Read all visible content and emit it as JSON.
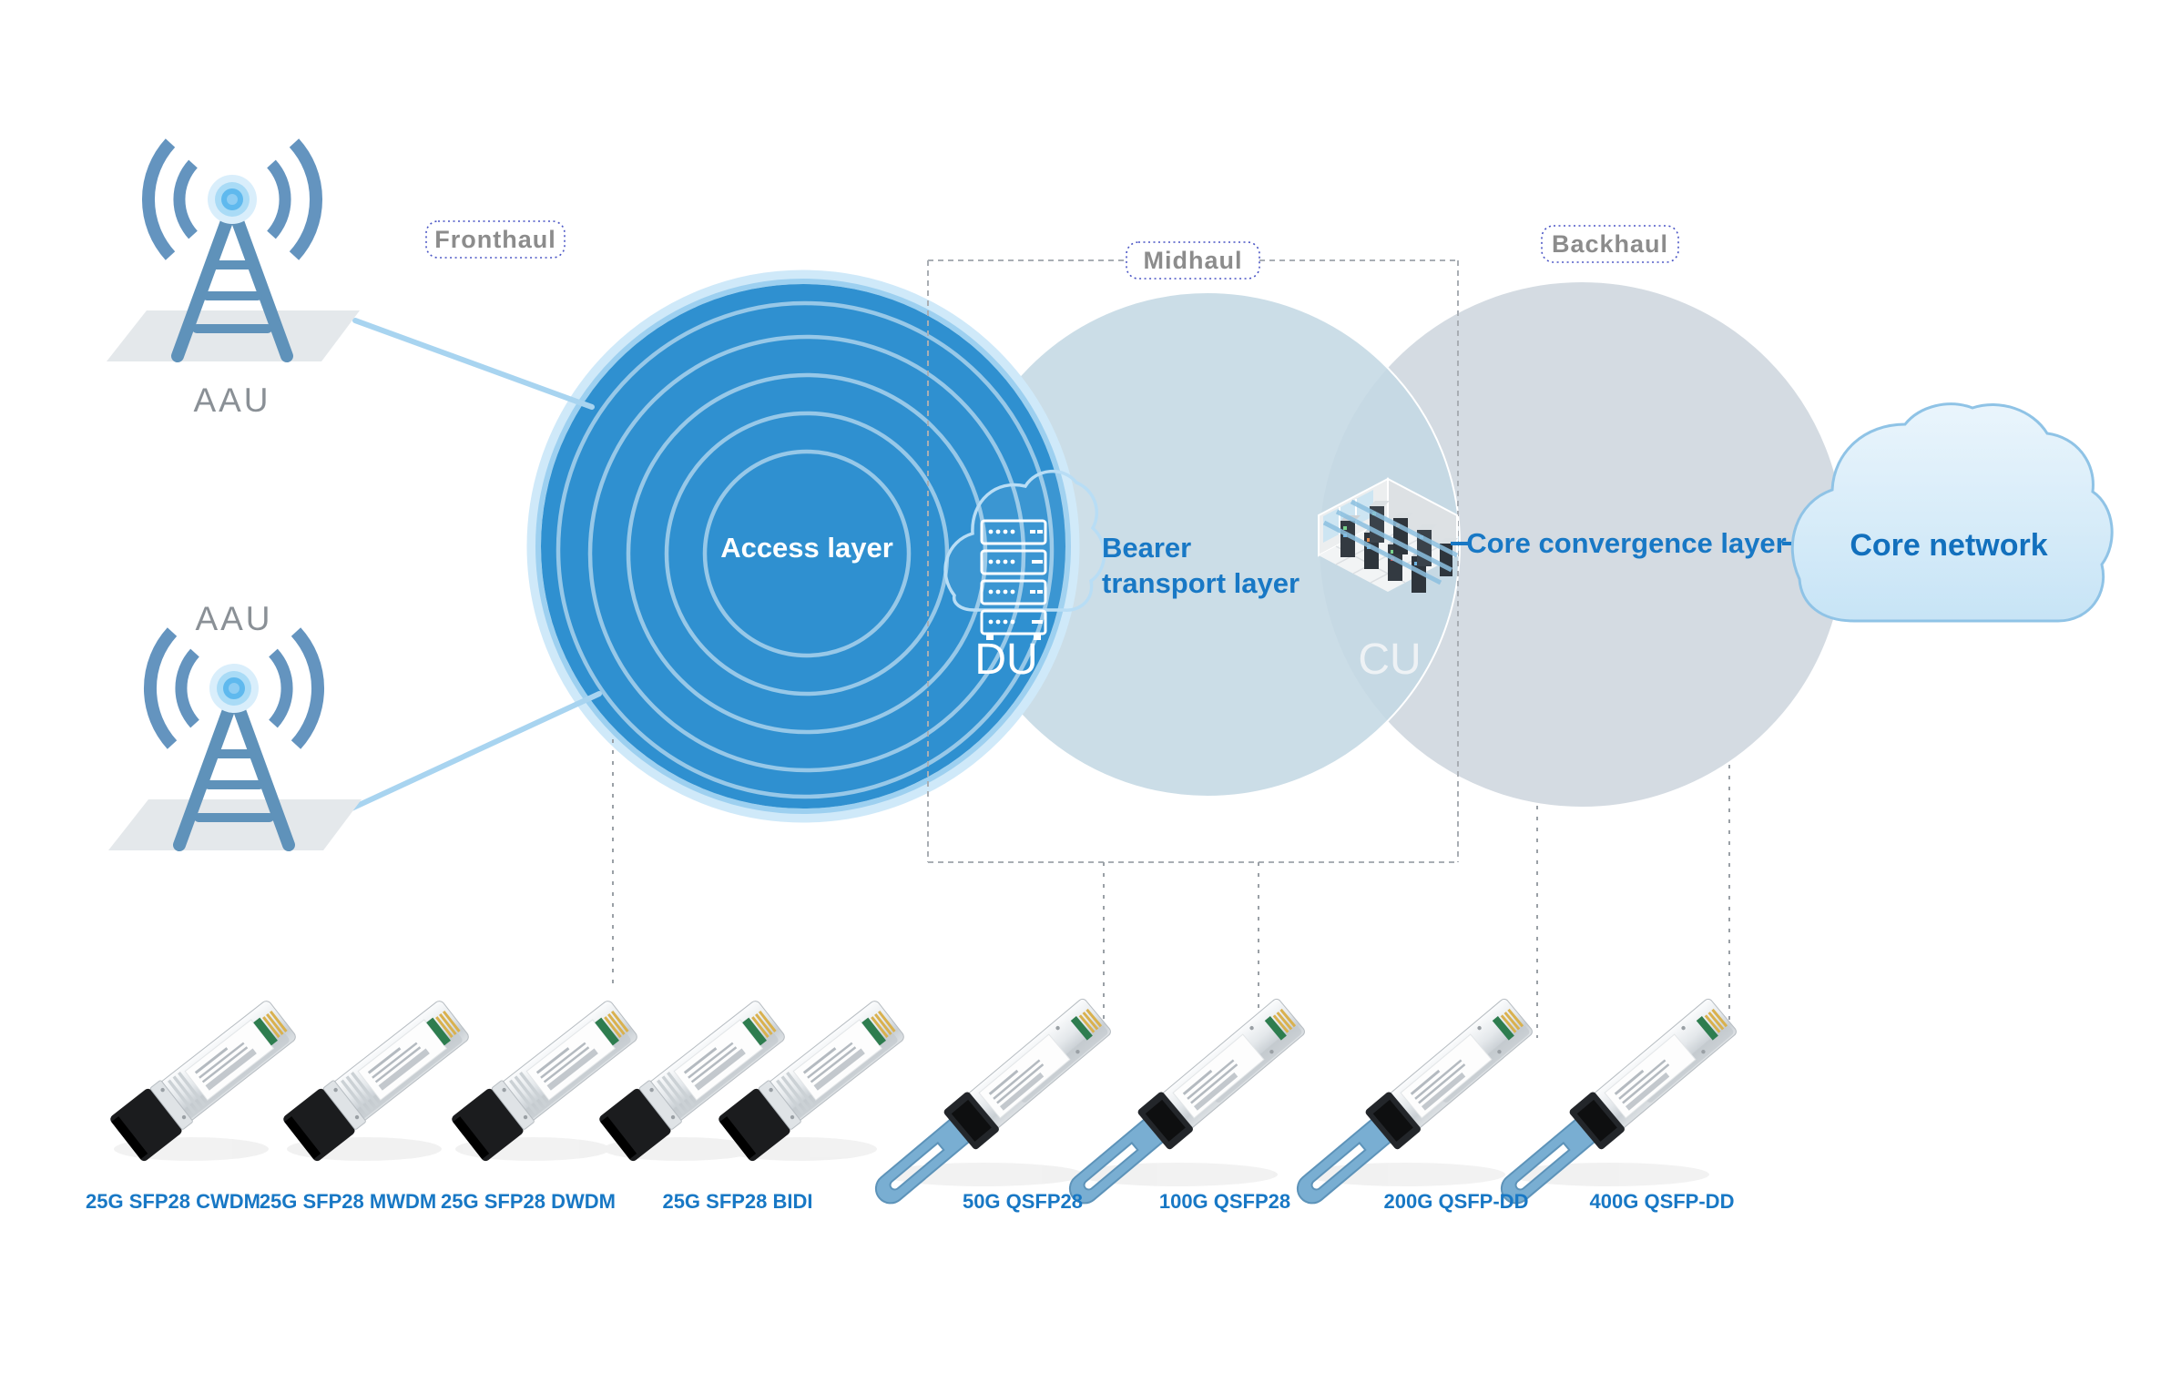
{
  "diagram": {
    "sections": {
      "fronthaul": "Fronthaul",
      "midhaul": "Midhaul",
      "backhaul": "Backhaul"
    },
    "aau": {
      "top_label": "AAU",
      "bottom_label": "AAU"
    },
    "layers": {
      "access": "Access layer",
      "bearer_line1": "Bearer",
      "bearer_line2": "transport layer",
      "du": "DU",
      "cu": "CU",
      "core_convergence": "Core convergence layer",
      "core_network": "Core network"
    },
    "icons": [
      "antenna-icon",
      "radio-wave-icon",
      "server-cloud-icon",
      "server-room-icon",
      "cloud-icon"
    ],
    "modules": [
      {
        "label": "25G SFP28 CWDM",
        "type": "sfp28"
      },
      {
        "label": "25G SFP28 MWDM",
        "type": "sfp28"
      },
      {
        "label": "25G SFP28 DWDM",
        "type": "sfp28"
      },
      {
        "label": "25G SFP28 BIDI",
        "type": "sfp28-pair"
      },
      {
        "label": "50G QSFP28",
        "type": "qsfp"
      },
      {
        "label": "100G QSFP28",
        "type": "qsfp"
      },
      {
        "label": "200G QSFP-DD",
        "type": "qsfp"
      },
      {
        "label": "400G QSFP-DD",
        "type": "qsfp"
      }
    ],
    "colors": {
      "access_circle": "#2f90d0",
      "bearer_circle": "#cbdce7",
      "backhaul_circle": "#d4dbe2",
      "accent_text": "#1878c5",
      "section_text": "#8c8c8c",
      "dotted_border": "#4a55c5",
      "antenna": "#6494bf",
      "link_line": "#a8d4f0",
      "cloud_fill": "#d9ecf9",
      "cloud_stroke": "#8fc3e6"
    }
  }
}
